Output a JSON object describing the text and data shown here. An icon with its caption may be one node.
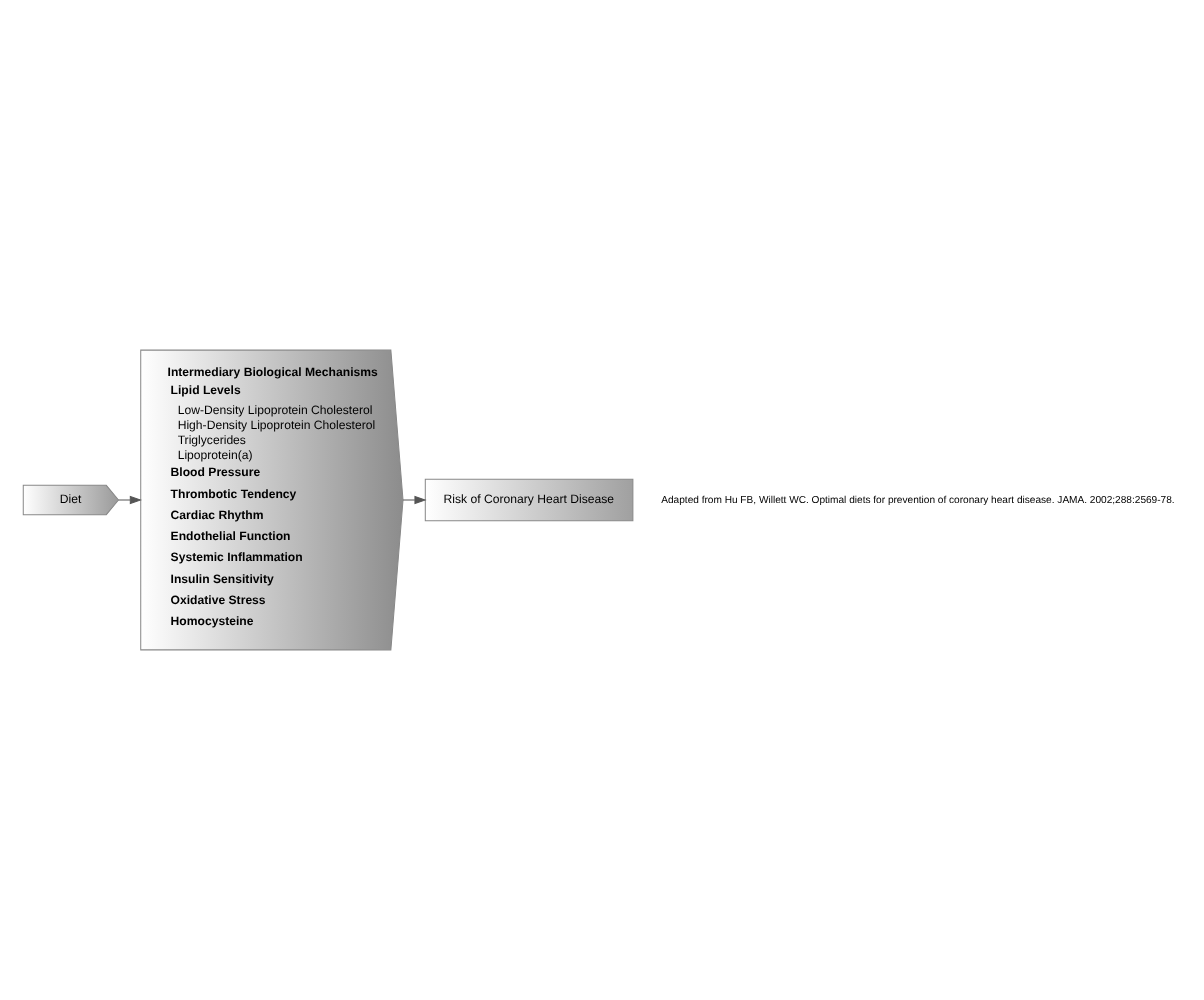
{
  "diagram": {
    "nodes": [
      {
        "text": [
          "Diet"
        ]
      },
      {
        "text": [
          "Intermediary Biological Mechanisms",
          "Lipid Levels",
          "Low-Density Lipoprotein Cholesterol",
          "High-Density Lipoprotein Cholesterol",
          "Triglycerides",
          "Lipoprotein(a)",
          "Blood Pressure",
          "Thrombotic Tendency",
          "Cardiac Rhythm",
          "Endothelial Function",
          "Systemic Inflammation",
          "Insulin Sensitivity",
          "Oxidative Stress",
          "Homocysteine"
        ]
      },
      {
        "text": [
          "Risk of Coronary Heart Disease"
        ]
      }
    ],
    "edges": [
      {
        "from": 0,
        "to": 1,
        "arrow": "to"
      },
      {
        "from": 1,
        "to": 2,
        "arrow": "to"
      }
    ],
    "labels": [
      "Adapted from Hu FB, Willett WC. Optimal diets for prevention of coronary heart disease. JAMA. 2002;288:2569-78."
    ]
  }
}
